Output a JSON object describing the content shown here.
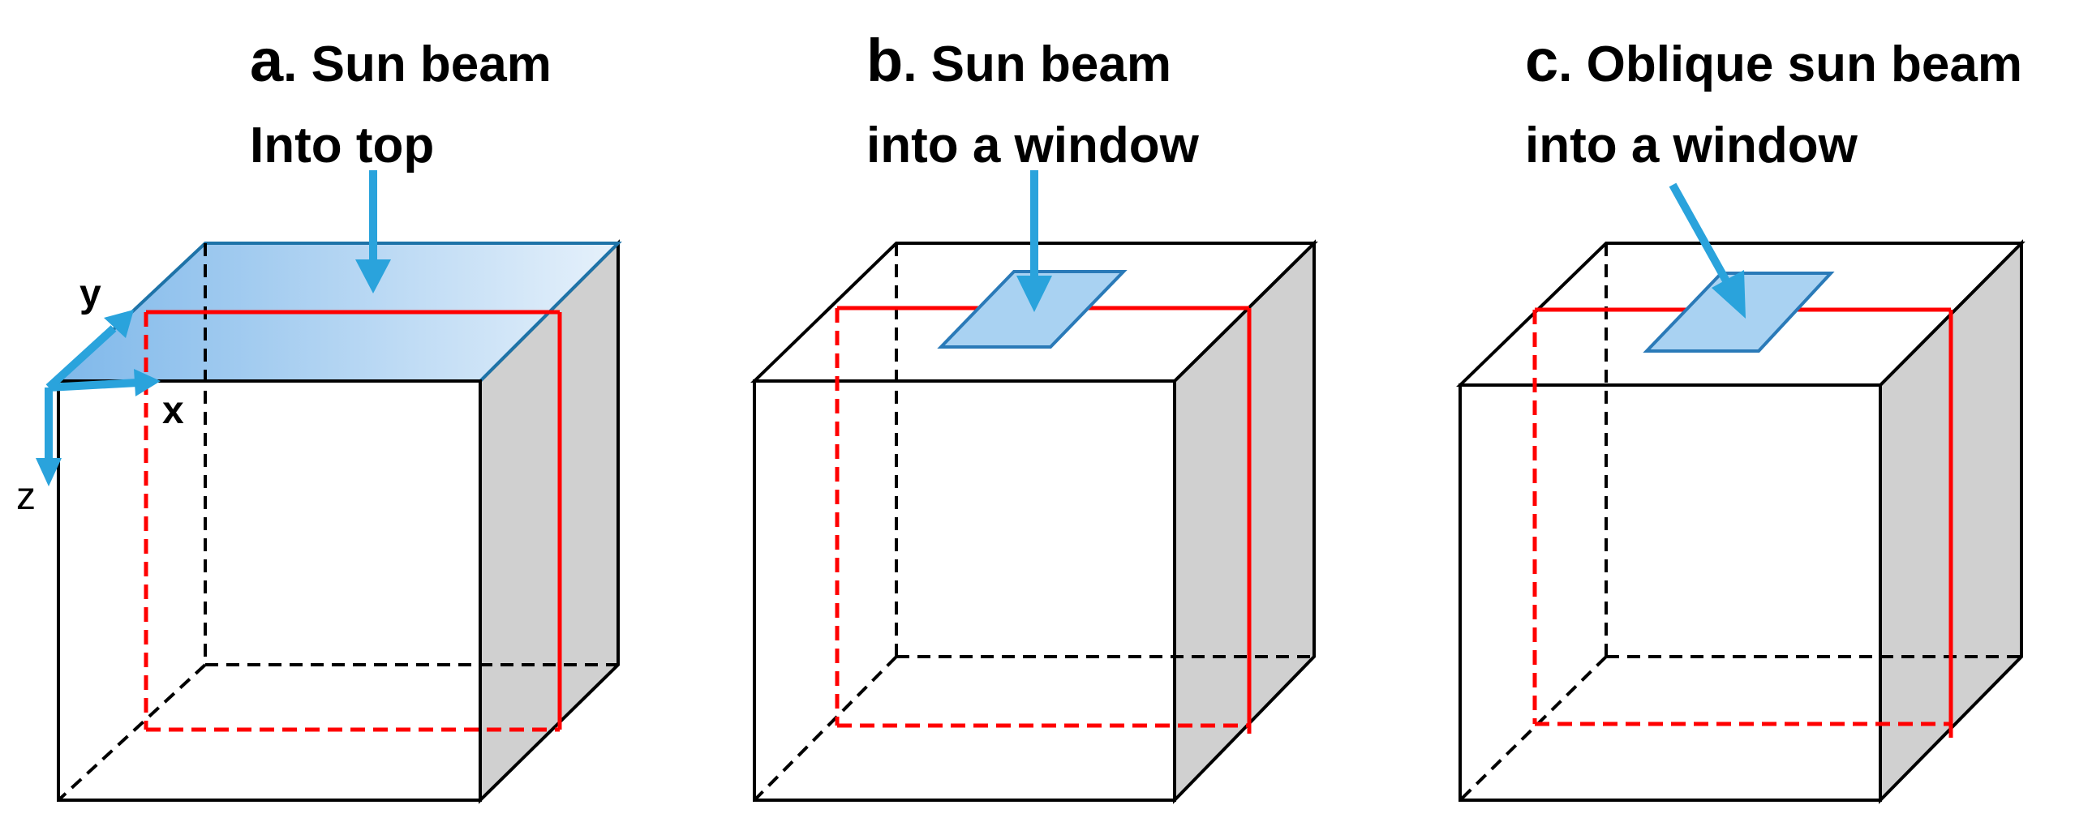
{
  "panels": [
    {
      "letter": "a",
      "line1": ". Sun beam",
      "line2": "Into top"
    },
    {
      "letter": "b",
      "line1": ". Sun beam",
      "line2": "into a window"
    },
    {
      "letter": "c",
      "line1": ". Oblique sun beam",
      "line2": "into a window"
    }
  ],
  "axes": {
    "x": "x",
    "y": "y",
    "z": "z"
  },
  "colors": {
    "beam": "#2aa3dc",
    "window_fill": "#a9d2f2",
    "window_edge": "#2a7ab8",
    "section_line": "#ff0000",
    "side_face": "#d0d0d0",
    "edge": "#000000"
  }
}
